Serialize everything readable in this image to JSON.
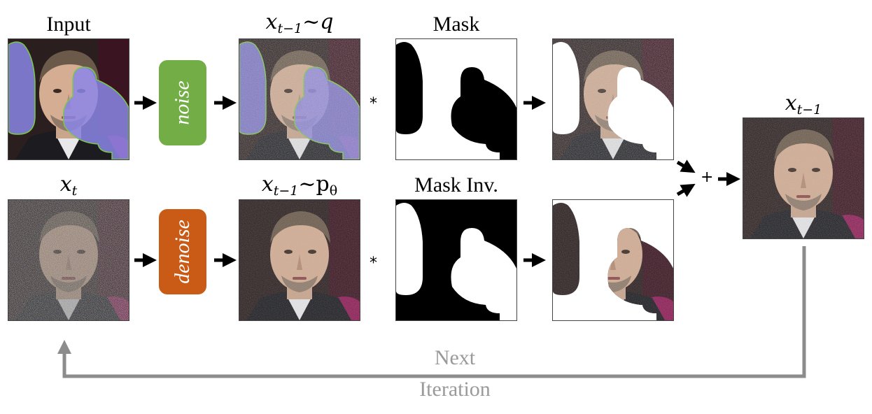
{
  "labels": {
    "input": "Input",
    "xq_base": "x",
    "xq_sub": "t−1",
    "xq_tail": "~q",
    "mask": "Mask",
    "xt_base": "x",
    "xt_sub": "t",
    "xp_base": "x",
    "xp_sub": "t−1",
    "xp_tail": "~p",
    "xp_theta": "θ",
    "mask_inv": "Mask Inv.",
    "out_base": "x",
    "out_sub": "t−1"
  },
  "boxes": {
    "noise": "noise",
    "denoise": "denoise"
  },
  "operators": {
    "times_top": "*",
    "times_bottom": "*",
    "plus": "+"
  },
  "loop": {
    "line1": "Next",
    "line2": "Iteration"
  },
  "colors": {
    "noise_box": "#72ad46",
    "denoise_box": "#c95b16",
    "mask_overlay": "#8b86e8",
    "loop_arrow": "#8c8c8c"
  }
}
